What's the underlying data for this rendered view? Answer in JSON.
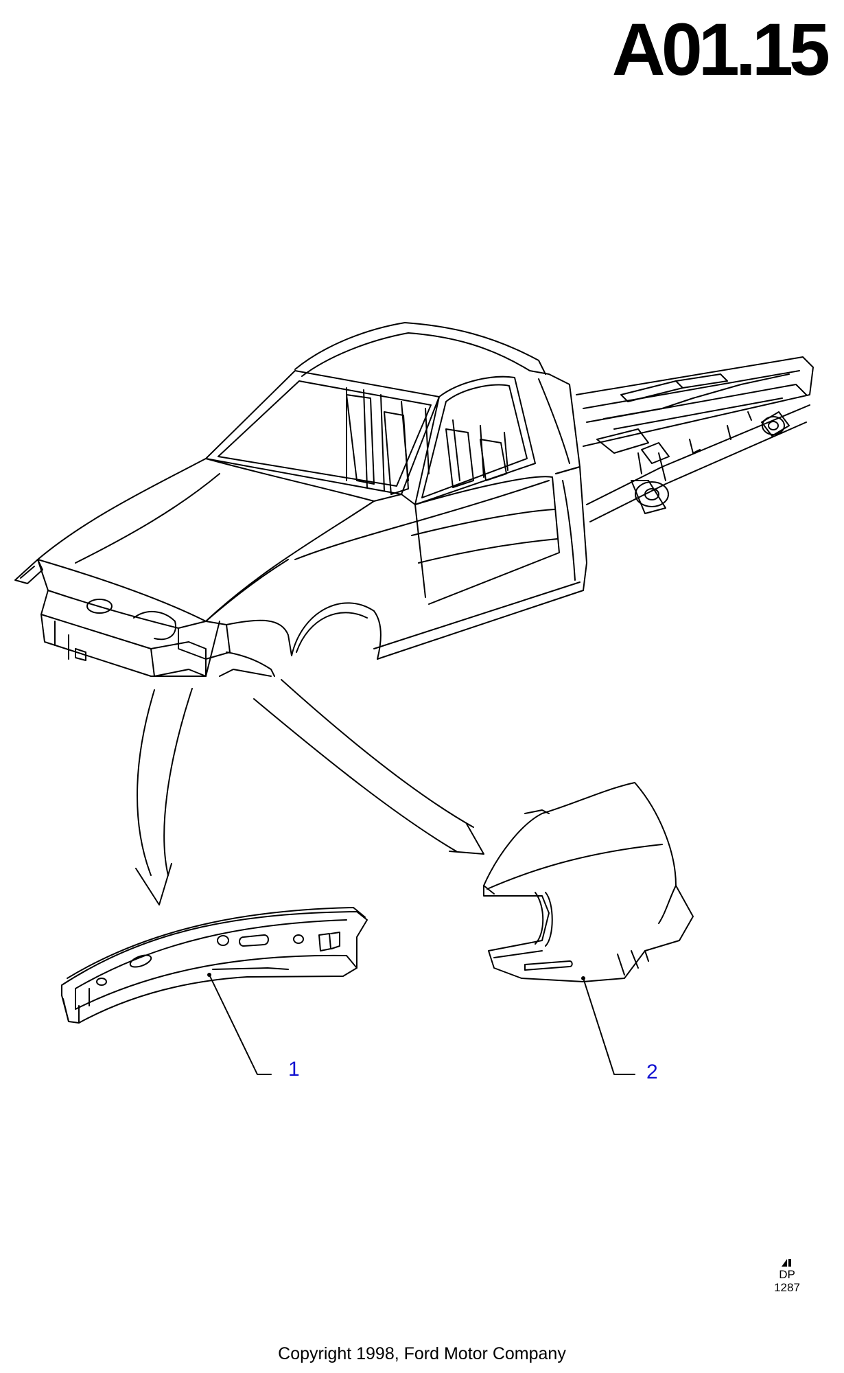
{
  "header": {
    "page_code": "A01.15"
  },
  "parts": [
    {
      "callout": "1"
    },
    {
      "callout": "2"
    }
  ],
  "footer": {
    "dp_label": "DP",
    "dp_number": "1287",
    "copyright": "Copyright 1998, Ford Motor Company"
  },
  "colors": {
    "line": "#000000",
    "callout": "#1010d0",
    "background": "#ffffff"
  }
}
